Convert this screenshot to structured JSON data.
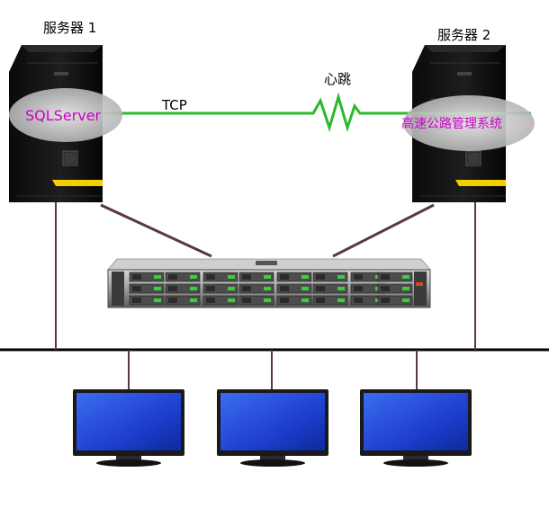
{
  "server1": {
    "title": "服务器 1",
    "app_label": "SQLServer"
  },
  "server2": {
    "title": "服务器 2",
    "app_label": "高速公路管理系统"
  },
  "link": {
    "protocol": "TCP",
    "heartbeat": "心跳"
  },
  "colors": {
    "heartbeat_line": "#2db82d",
    "network_line": "#000000",
    "storage_line": "#5a3a3a",
    "app_label": "#cc00cc",
    "monitor_screen": "#1e3fd0"
  },
  "icons": [
    "tower-server-icon",
    "storage-array-icon",
    "monitor-icon"
  ]
}
